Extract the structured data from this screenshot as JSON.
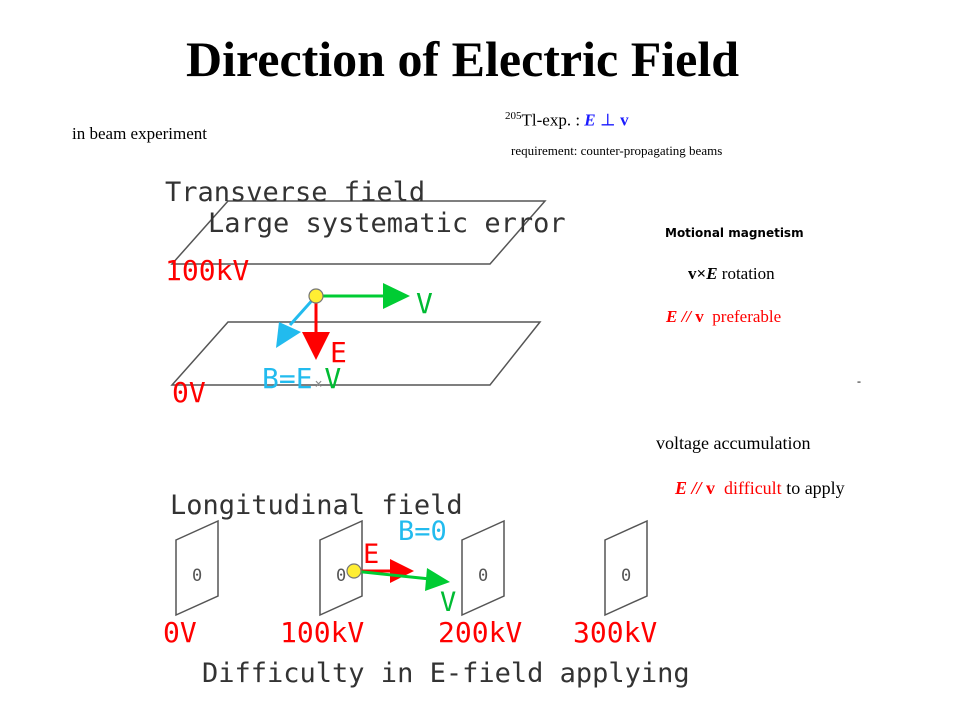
{
  "title": "Direction of Electric Field",
  "subtitle_left": "in beam experiment",
  "tl_exp": {
    "sup": "205",
    "label": "Tl-exp. : ",
    "E": "E",
    "perp": "⊥",
    "v": "v",
    "requirement": "requirement: counter-propagating beams"
  },
  "motional": {
    "heading": "Motional magnetism",
    "vxE_prefix": "v×",
    "vxE_E": "E",
    "vxE_suffix": " rotation",
    "pref_E": "E",
    "pref_par": " // ",
    "pref_v": "v",
    "pref_word": "preferable",
    "dot": "-"
  },
  "voltage": {
    "heading": "voltage accumulation",
    "E": "E",
    "par": " // ",
    "v": "v",
    "difficult": "difficult",
    "suffix": " to apply"
  },
  "transverse": {
    "title": "Transverse field",
    "subtitle": "Large systematic error",
    "v100": "100kV",
    "v0": "0V",
    "V": "V",
    "E": "E",
    "B": "B=E",
    "cross": "×",
    "BV": "V"
  },
  "longitudinal": {
    "title": "Longitudinal field",
    "B0": "B=0",
    "E": "E",
    "V": "V",
    "hole": "0",
    "volts": [
      "0V",
      "100kV",
      "200kV",
      "300kV"
    ],
    "caption": "Difficulty in E-field applying"
  },
  "colors": {
    "red": "#ff0000",
    "green": "#00cc33",
    "cyan": "#22bbee",
    "yellow": "#ffee33",
    "blue": "#1a1aff"
  }
}
